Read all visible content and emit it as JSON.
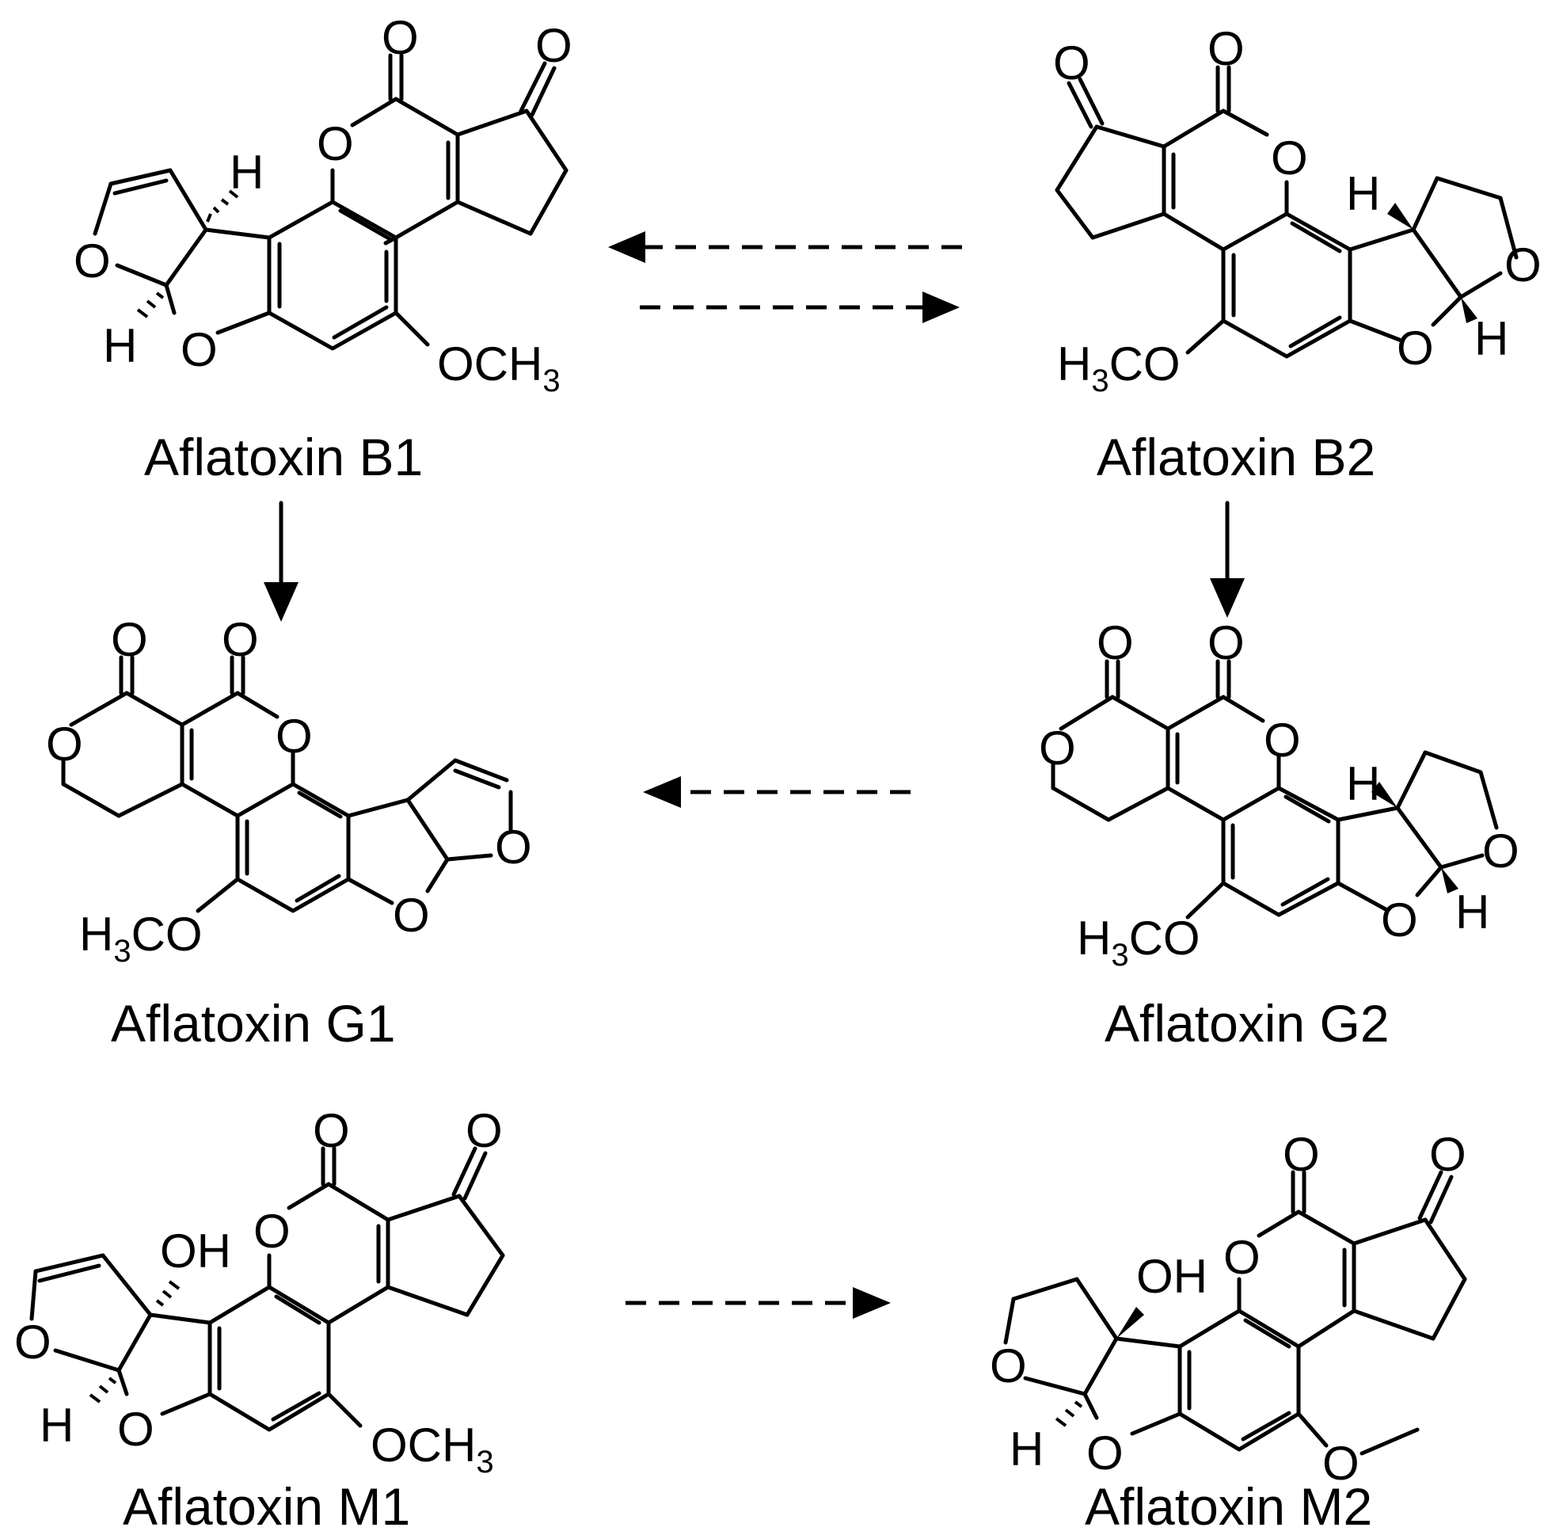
{
  "compounds": {
    "b1": {
      "name": "Aflatoxin B1"
    },
    "b2": {
      "name": "Aflatoxin B2"
    },
    "g1": {
      "name": "Aflatoxin G1"
    },
    "g2": {
      "name": "Aflatoxin G2"
    },
    "m1": {
      "name": "Aflatoxin M1"
    },
    "m2": {
      "name": "Aflatoxin M2"
    }
  },
  "atoms": {
    "oxygen": "O",
    "hydrogen": "H",
    "hydroxyl": "OH",
    "methoxy_prefix": "OCH",
    "methoxy_sub": "3",
    "methoxy_left_h": "H",
    "methoxy_left_sub": "3",
    "methoxy_left_co": "CO"
  },
  "arrows": [
    {
      "from": "Aflatoxin B2",
      "to": "Aflatoxin B1",
      "style": "dashed"
    },
    {
      "from": "Aflatoxin B1",
      "to": "Aflatoxin B2",
      "style": "dashed"
    },
    {
      "from": "Aflatoxin B1",
      "to": "Aflatoxin G1",
      "style": "solid"
    },
    {
      "from": "Aflatoxin B2",
      "to": "Aflatoxin G2",
      "style": "solid"
    },
    {
      "from": "Aflatoxin G2",
      "to": "Aflatoxin G1",
      "style": "dashed"
    },
    {
      "from": "Aflatoxin M1",
      "to": "Aflatoxin M2",
      "style": "dashed"
    }
  ]
}
